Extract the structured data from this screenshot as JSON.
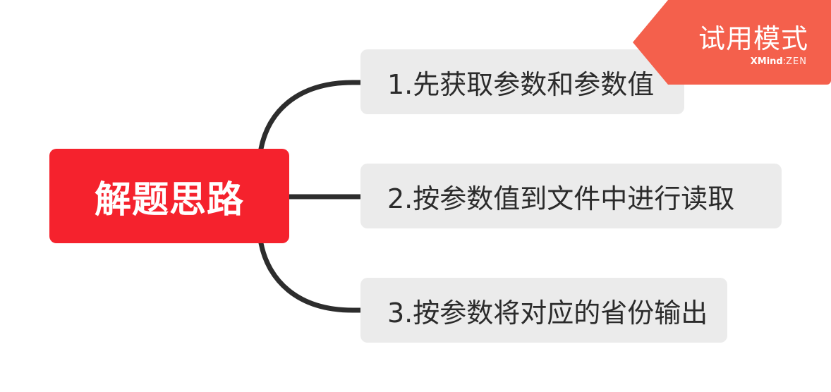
{
  "mindmap": {
    "root": {
      "label": "解题思路",
      "color": "#f5222d"
    },
    "branches": [
      {
        "label": "1.先获取参数和参数值"
      },
      {
        "label": "2.按参数值到文件中进行读取"
      },
      {
        "label": "3.按参数将对应的省份输出"
      }
    ],
    "branch_color": "#ebebeb",
    "connector_color": "#2d2d2d"
  },
  "trial_badge": {
    "title": "试用模式",
    "brand_bold": "XMind",
    "brand_separator": ":",
    "brand_light": "ZEN",
    "color": "#f4604c"
  }
}
